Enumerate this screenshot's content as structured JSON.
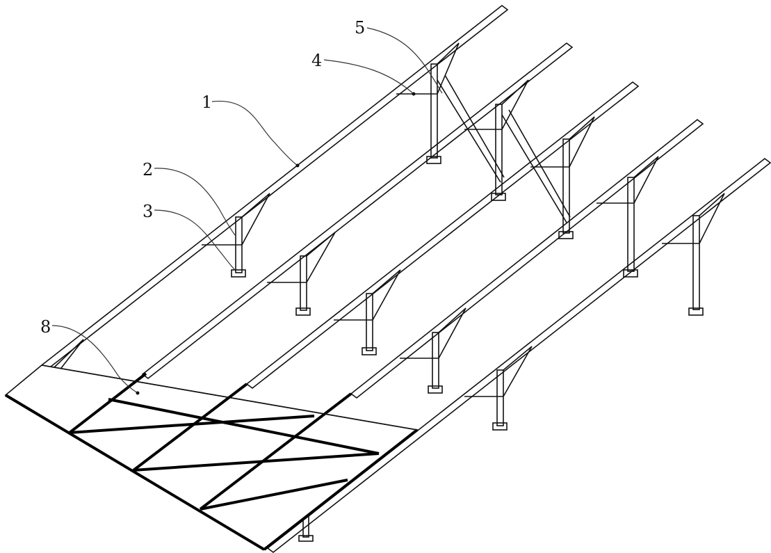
{
  "figure": {
    "callouts": [
      {
        "id": "c1",
        "text": "1"
      },
      {
        "id": "c2",
        "text": "2"
      },
      {
        "id": "c3",
        "text": "3"
      },
      {
        "id": "c4",
        "text": "4"
      },
      {
        "id": "c5",
        "text": "5"
      },
      {
        "id": "c8",
        "text": "8"
      }
    ]
  },
  "colors": {
    "line": "#111111",
    "background": "#ffffff"
  }
}
